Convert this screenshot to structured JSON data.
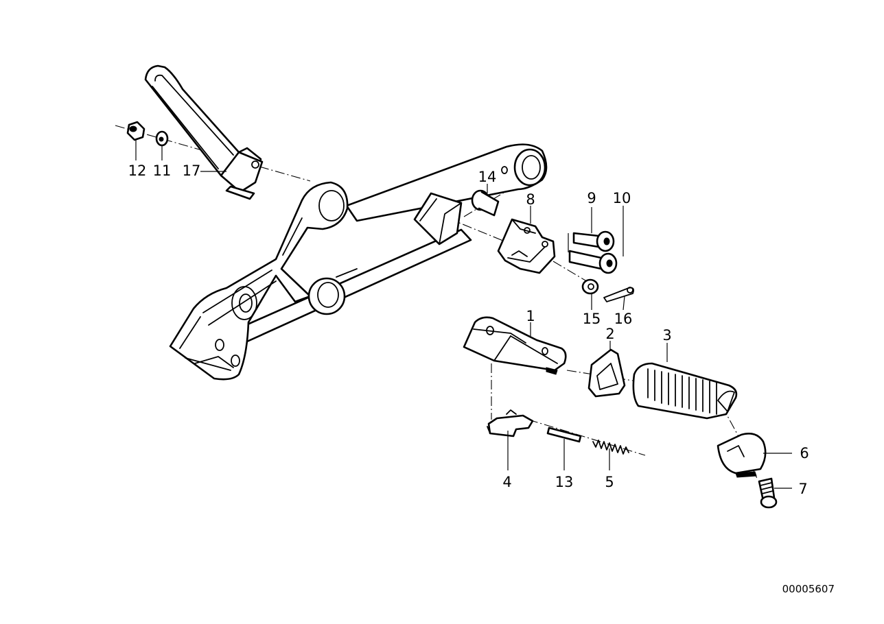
{
  "diagram": {
    "parts": [
      {
        "key": "p1",
        "label": "1"
      },
      {
        "key": "p2",
        "label": "2"
      },
      {
        "key": "p3",
        "label": "3"
      },
      {
        "key": "p4",
        "label": "4"
      },
      {
        "key": "p5",
        "label": "5"
      },
      {
        "key": "p6",
        "label": "6"
      },
      {
        "key": "p7",
        "label": "7"
      },
      {
        "key": "p8",
        "label": "8"
      },
      {
        "key": "p9",
        "label": "9"
      },
      {
        "key": "p10",
        "label": "10"
      },
      {
        "key": "p11",
        "label": "11"
      },
      {
        "key": "p12",
        "label": "12"
      },
      {
        "key": "p13",
        "label": "13"
      },
      {
        "key": "p14",
        "label": "14"
      },
      {
        "key": "p15",
        "label": "15"
      },
      {
        "key": "p16",
        "label": "16"
      },
      {
        "key": "p17",
        "label": "17"
      }
    ],
    "reference_number": "00005607"
  }
}
